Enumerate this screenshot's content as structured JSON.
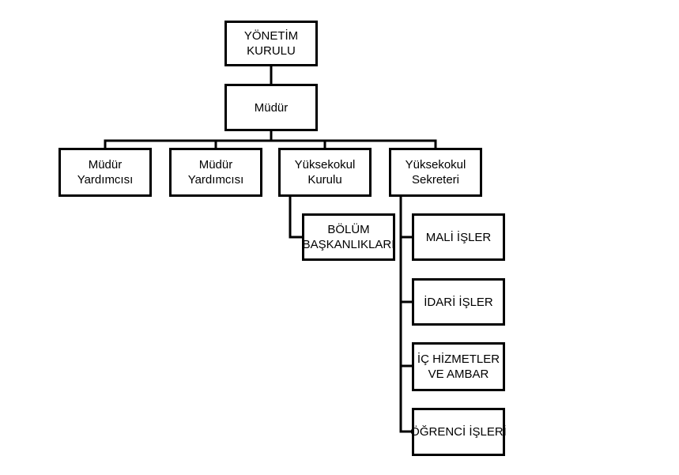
{
  "colors": {
    "background": "#ffffff",
    "line": "#000000",
    "text": "#000000"
  },
  "nodes": {
    "yonetim_kurulu": [
      "YÖNETİM",
      "KURULU"
    ],
    "mudur": [
      "Müdür"
    ],
    "mudur_yardimcisi_1": [
      "Müdür",
      "Yardımcısı"
    ],
    "mudur_yardimcisi_2": [
      "Müdür",
      "Yardımcısı"
    ],
    "yuksekokul_kurulu": [
      "Yüksekokul",
      "Kurulu"
    ],
    "yuksekokul_sekreteri": [
      "Yüksekokul",
      "Sekreteri"
    ],
    "bolum_baskanliklari": [
      "BÖLÜM",
      "BAŞKANLIKLARI"
    ],
    "mali_isler": [
      "MALİ İŞLER"
    ],
    "idari_isler": [
      "İDARİ İŞLER"
    ],
    "ic_hizmetler_ve_ambar": [
      "İÇ HİZMETLER",
      "VE AMBAR"
    ],
    "ogrenci_isleri": [
      "ÖĞRENCİ İŞLERİ"
    ]
  }
}
